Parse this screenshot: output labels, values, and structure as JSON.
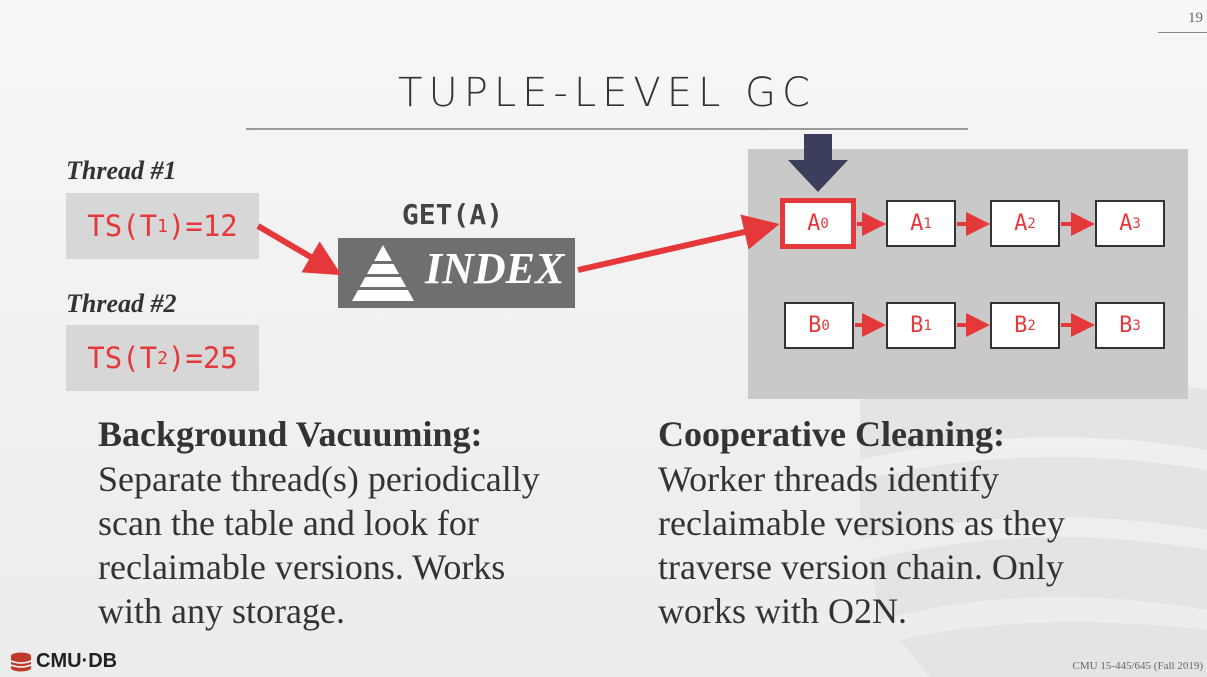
{
  "slide": {
    "page_number": "19",
    "title": "TUPLE-LEVEL GC"
  },
  "threads": [
    {
      "label": "Thread #1",
      "ts_prefix": "TS(T",
      "ts_sub": "1",
      "ts_suffix": ")=12"
    },
    {
      "label": "Thread #2",
      "ts_prefix": "TS(T",
      "ts_sub": "2",
      "ts_suffix": ")=25"
    }
  ],
  "index": {
    "get_label": "GET(A)",
    "label": "INDEX"
  },
  "chains": {
    "a": [
      {
        "letter": "A",
        "sub": "0"
      },
      {
        "letter": "A",
        "sub": "1"
      },
      {
        "letter": "A",
        "sub": "2"
      },
      {
        "letter": "A",
        "sub": "3"
      }
    ],
    "b": [
      {
        "letter": "B",
        "sub": "0"
      },
      {
        "letter": "B",
        "sub": "1"
      },
      {
        "letter": "B",
        "sub": "2"
      },
      {
        "letter": "B",
        "sub": "3"
      }
    ]
  },
  "sections": {
    "left": {
      "heading": "Background Vacuuming:",
      "lines": [
        "Separate thread(s) periodically",
        "scan the table and look for",
        "reclaimable versions. Works",
        "with any storage."
      ]
    },
    "right": {
      "heading": "Cooperative Cleaning:",
      "lines": [
        "Worker threads identify",
        "reclaimable versions as they",
        "traverse version chain. Only",
        "works with O2N."
      ]
    }
  },
  "footer": {
    "logo": "CMU·DB",
    "course": "CMU 15-445/645 (Fall 2019)"
  },
  "colors": {
    "accent_red": "#e5383b",
    "index_gray": "#6f6f6f",
    "pointer_navy": "#3b3f5c"
  }
}
